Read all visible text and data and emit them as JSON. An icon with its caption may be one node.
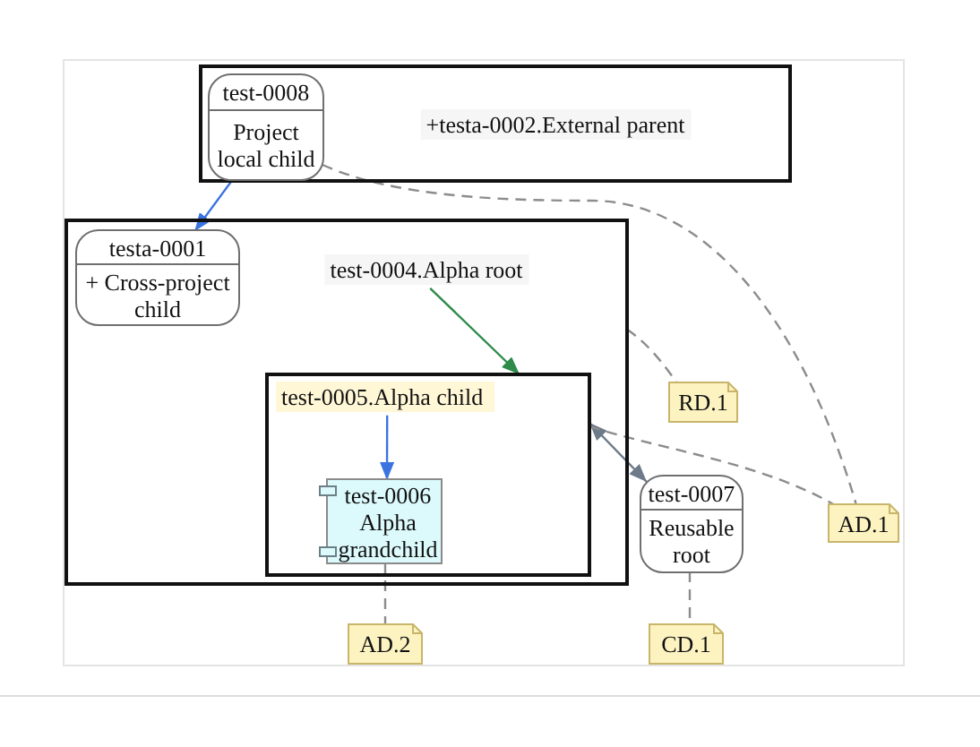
{
  "diagram": {
    "nodes": [
      {
        "text": [
          "+testa-0002.External parent"
        ]
      },
      {
        "text": [
          "test-0008",
          "Project local child"
        ],
        "in": 0
      },
      {
        "text": [
          "test-0004.Alpha root"
        ]
      },
      {
        "text": [
          "testa-0001",
          "+ Cross-project child"
        ],
        "in": 2
      },
      {
        "text": [
          "test-0005.Alpha child"
        ],
        "in": 2
      },
      {
        "text": [
          "test-0006 Alpha grandchild"
        ],
        "in": 4
      },
      {
        "text": [
          "test-0007",
          "Reusable root"
        ]
      },
      {
        "text": [
          "RD.1"
        ]
      },
      {
        "text": [
          "AD.1"
        ]
      },
      {
        "text": [
          "AD.2"
        ]
      },
      {
        "text": [
          "CD.1"
        ]
      }
    ],
    "edges": [
      {
        "from": 1,
        "to": 3,
        "arrow": "to",
        "color": "#3b73e0"
      },
      {
        "from": 1,
        "to": 8,
        "arrow": "none",
        "style": "dashed"
      },
      {
        "from": 2,
        "to": 4,
        "arrow": "to",
        "color": "#2e8b4a"
      },
      {
        "from": 2,
        "to": 7,
        "arrow": "none",
        "style": "dashed"
      },
      {
        "from": 4,
        "to": 5,
        "arrow": "to",
        "color": "#3b73e0"
      },
      {
        "from": 4,
        "to": 6,
        "arrow": "both",
        "color": "#6c7a89"
      },
      {
        "from": 4,
        "to": 8,
        "arrow": "none",
        "style": "dashed"
      },
      {
        "from": 5,
        "to": 9,
        "arrow": "none",
        "style": "dashed"
      },
      {
        "from": 6,
        "to": 10,
        "arrow": "none",
        "style": "dashed"
      }
    ]
  }
}
